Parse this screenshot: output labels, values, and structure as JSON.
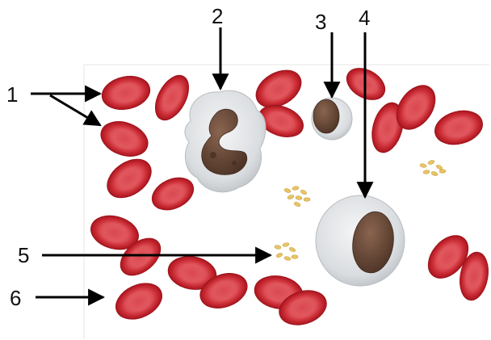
{
  "labels": {
    "one": "1",
    "two": "2",
    "three": "3",
    "four": "4",
    "five": "5",
    "six": "6"
  },
  "colors": {
    "rbc_outer": "#c2202a",
    "rbc_inner": "#e0555b",
    "rbc_center": "#d9424a",
    "wbc_cytoplasm": "#dcdfe2",
    "nucleus": "#6b4a38",
    "platelet": "#e8c76a",
    "arrow": "#000000"
  }
}
